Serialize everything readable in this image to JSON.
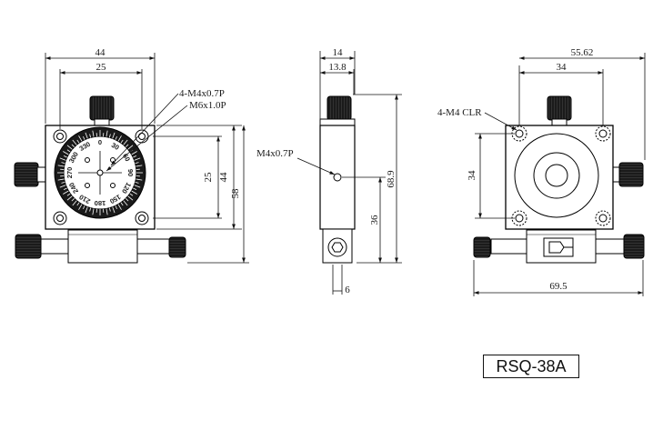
{
  "front_view": {
    "dims": {
      "total_width": "44",
      "hole_spacing_x": "25",
      "hole_spacing_y": "25",
      "plate_height": "44",
      "overall_height": "58"
    },
    "callouts": {
      "mount_holes": "4-M4x0.7P",
      "center_thread": "M6x1.0P"
    },
    "dial_scale": [
      "0",
      "30",
      "60",
      "90",
      "120",
      "150",
      "180",
      "210",
      "240",
      "270",
      "300",
      "330"
    ]
  },
  "side_view": {
    "dims": {
      "outer_width": "14",
      "inner_width": "13.8",
      "overall_height": "68.9",
      "hole_height": "36",
      "bottom_offset": "6"
    },
    "callouts": {
      "side_thread": "M4x0.7P"
    }
  },
  "rear_view": {
    "dims": {
      "total_width": "55.62",
      "hole_spacing_x": "34",
      "hole_spacing_y": "34",
      "overall_width": "69.5"
    },
    "callouts": {
      "clearance_holes": "4-M4 CLR"
    }
  },
  "model": "RSQ-38A"
}
